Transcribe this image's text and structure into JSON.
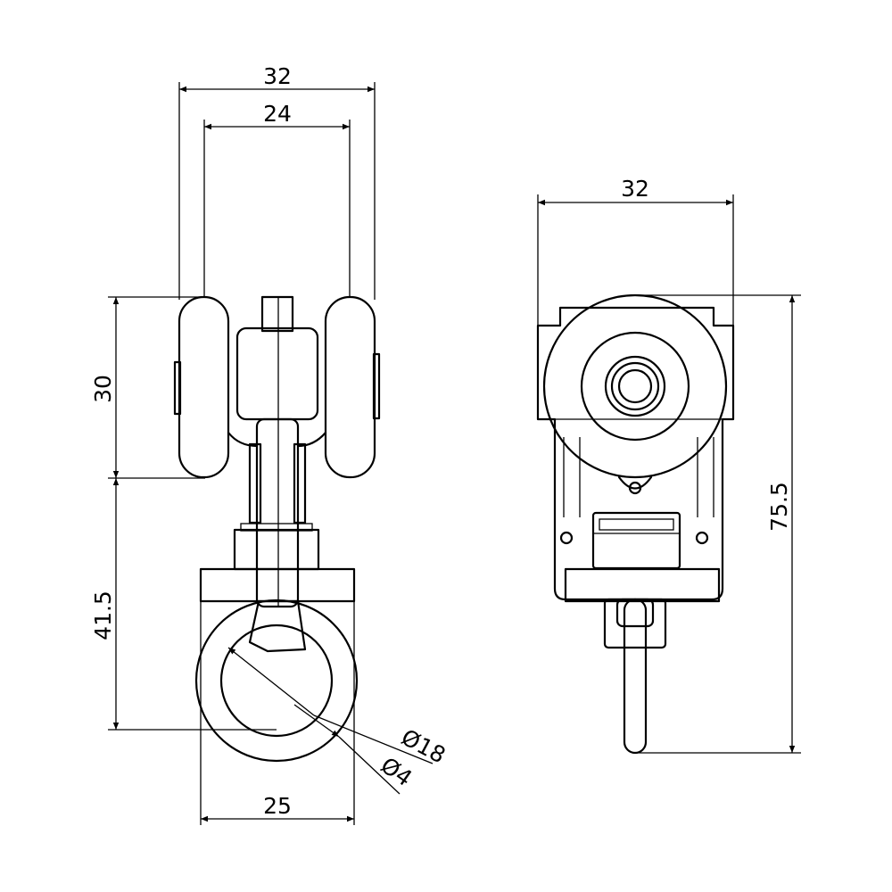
{
  "drawing": {
    "front_view": {
      "dim_outer_width": "32",
      "dim_wheel_spacing": "24",
      "dim_wheel_height": "30",
      "dim_lower_height": "41.5",
      "dim_bottom_width": "25",
      "dim_ring_diameter": "Ø18",
      "dim_wire_diameter": "Ø4"
    },
    "side_view": {
      "dim_width": "32",
      "dim_total_height": "75.5"
    }
  }
}
